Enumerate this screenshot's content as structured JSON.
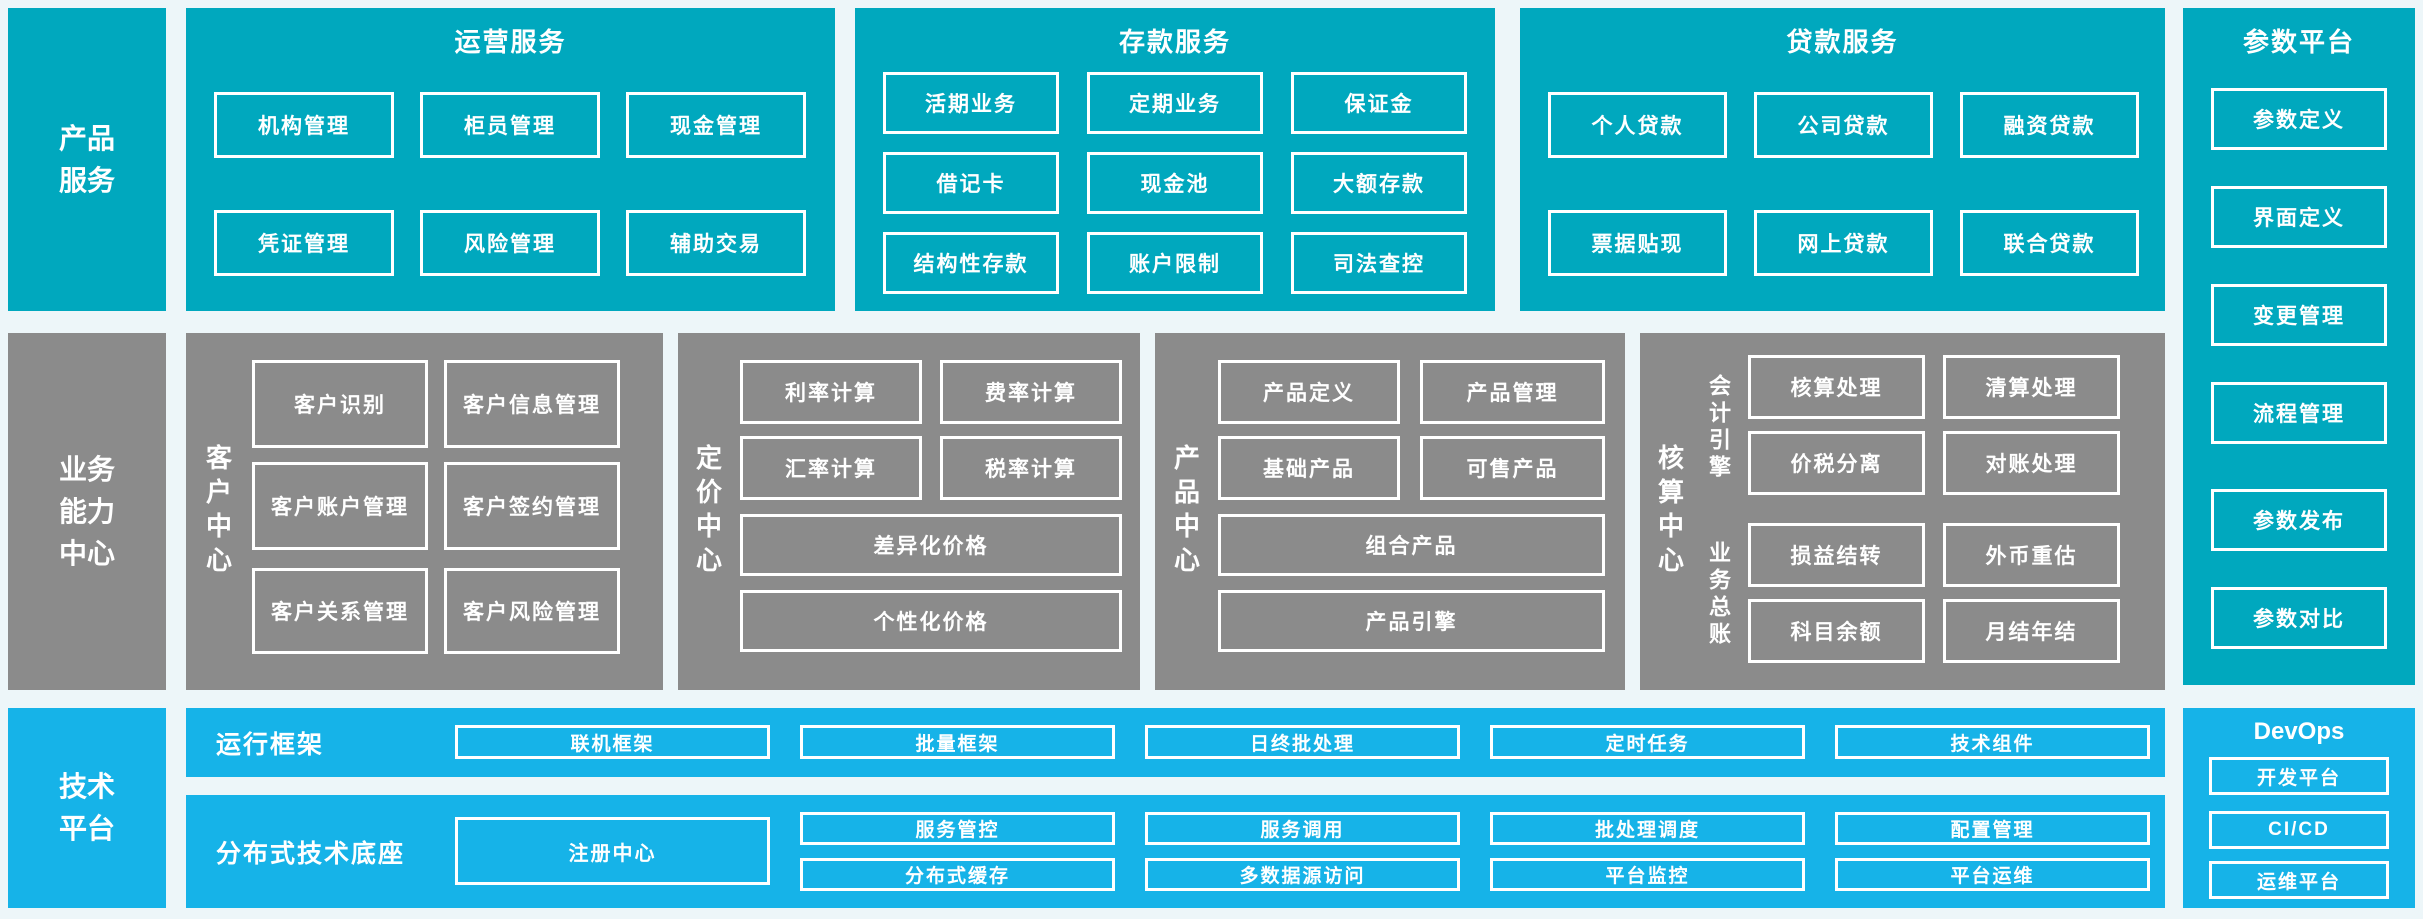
{
  "colors": {
    "teal": "#00A8BE",
    "gray": "#8B8B8B",
    "blue": "#16B3E8",
    "bg": "#EDF6F9",
    "line": "#FFFFFF"
  },
  "left_labels": {
    "product": "产品服务",
    "business": "业务能力中心",
    "tech": "技术平台"
  },
  "product_services": {
    "panels": [
      {
        "title": "运营服务",
        "boxes": [
          "机构管理",
          "柜员管理",
          "现金管理",
          "凭证管理",
          "风险管理",
          "辅助交易"
        ]
      },
      {
        "title": "存款服务",
        "boxes": [
          "活期业务",
          "定期业务",
          "保证金",
          "借记卡",
          "现金池",
          "大额存款",
          "结构性存款",
          "账户限制",
          "司法查控"
        ]
      },
      {
        "title": "贷款服务",
        "boxes": [
          "个人贷款",
          "公司贷款",
          "融资贷款",
          "票据贴现",
          "网上贷款",
          "联合贷款"
        ]
      }
    ]
  },
  "param_platform": {
    "title": "参数平台",
    "boxes": [
      "参数定义",
      "界面定义",
      "变更管理",
      "流程管理",
      "参数发布",
      "参数对比"
    ]
  },
  "centers": [
    {
      "title": "客户中心",
      "boxes": [
        "客户识别",
        "客户信息管理",
        "客户账户管理",
        "客户签约管理",
        "客户关系管理",
        "客户风险管理"
      ]
    },
    {
      "title": "定价中心",
      "boxes": [
        "利率计算",
        "费率计算",
        "汇率计算",
        "税率计算"
      ],
      "wide": [
        "差异化价格",
        "个性化价格"
      ]
    },
    {
      "title": "产品中心",
      "boxes": [
        "产品定义",
        "产品管理",
        "基础产品",
        "可售产品"
      ],
      "wide": [
        "组合产品",
        "产品引擎"
      ]
    },
    {
      "title": "核算中心",
      "groups": [
        {
          "label": "会计引擎",
          "boxes": [
            "核算处理",
            "清算处理",
            "价税分离",
            "对账处理"
          ]
        },
        {
          "label": "业务总账",
          "boxes": [
            "损益结转",
            "外币重估",
            "科目余额",
            "月结年结"
          ]
        }
      ]
    }
  ],
  "tech": {
    "bars": [
      {
        "title": "运行框架",
        "boxes": [
          "联机框架",
          "批量框架",
          "日终批处理",
          "定时任务",
          "技术组件"
        ]
      },
      {
        "title": "分布式技术底座",
        "registry": "注册中心",
        "boxes": [
          "服务管控",
          "服务调用",
          "批处理调度",
          "配置管理",
          "分布式缓存",
          "多数据源访问",
          "平台监控",
          "平台运维"
        ]
      }
    ],
    "devops": {
      "title": "DevOps",
      "boxes": [
        "开发平台",
        "CI/CD",
        "运维平台"
      ]
    }
  }
}
